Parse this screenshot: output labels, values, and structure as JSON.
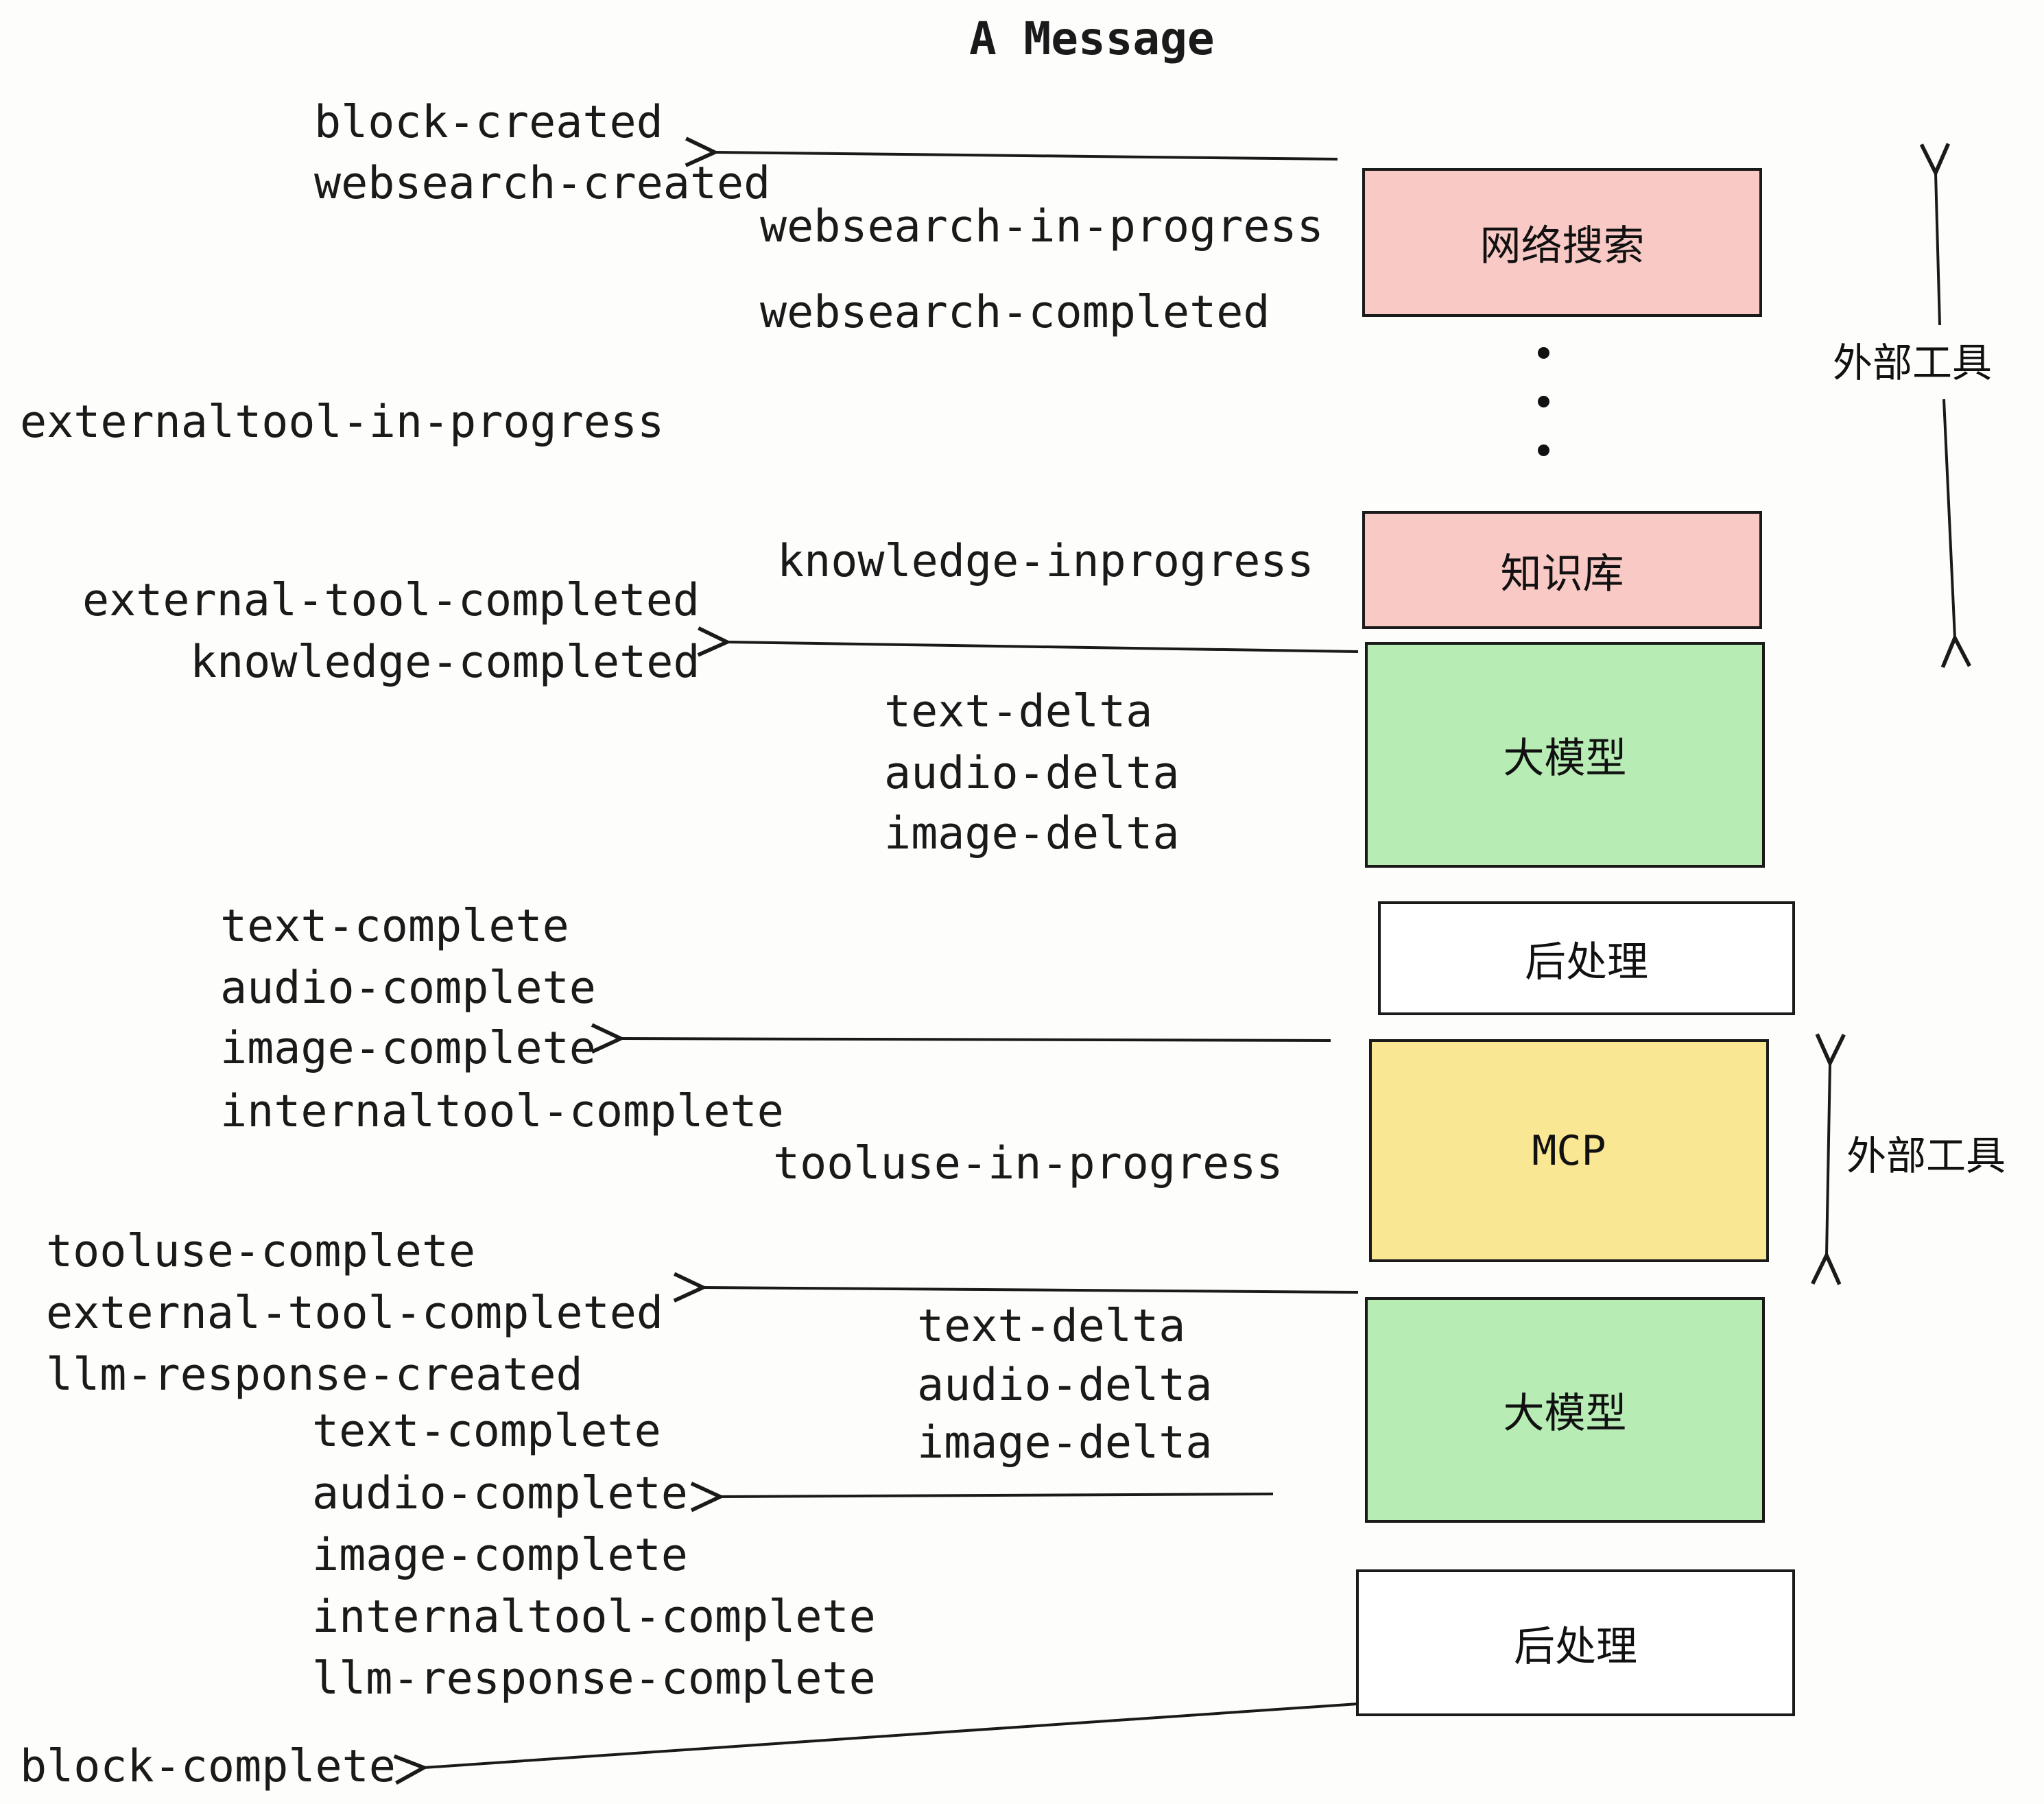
{
  "title": "A Message",
  "colors": {
    "box_pink": "#f9c9c6",
    "box_green": "#b7ecb4",
    "box_yellow": "#f9e794",
    "box_white": "#ffffff",
    "ink": "#1a1a1a",
    "background": "#fdfdfb"
  },
  "boxes": {
    "websearch": {
      "label": "网络搜索"
    },
    "knowledge": {
      "label": "知识库"
    },
    "llm1": {
      "label": "大模型"
    },
    "post1": {
      "label": "后处理"
    },
    "mcp": {
      "label": "MCP"
    },
    "llm2": {
      "label": "大模型"
    },
    "post2": {
      "label": "后处理"
    }
  },
  "side_labels": {
    "external_tool_top": "外部工具",
    "external_tool_bottom": "外部工具"
  },
  "events": {
    "block_created": "block-created",
    "websearch_created": "websearch-created",
    "websearch_in_progress": "websearch-in-progress",
    "websearch_completed": "websearch-completed",
    "externaltool_in_progress": "externaltool-in-progress",
    "knowledge_inprogress": "knowledge-inprogress",
    "external_tool_completed": "external-tool-completed",
    "knowledge_completed": "knowledge-completed",
    "text_delta": "text-delta",
    "audio_delta": "audio-delta",
    "image_delta": "image-delta",
    "text_complete": "text-complete",
    "audio_complete": "audio-complete",
    "image_complete": "image-complete",
    "internaltool_complete": "internaltool-complete",
    "tooluse_in_progress": "tooluse-in-progress",
    "tooluse_complete": "tooluse-complete",
    "llm_response_created": "llm-response-created",
    "llm_response_complete": "llm-response-complete",
    "block_complete": "block-complete"
  }
}
